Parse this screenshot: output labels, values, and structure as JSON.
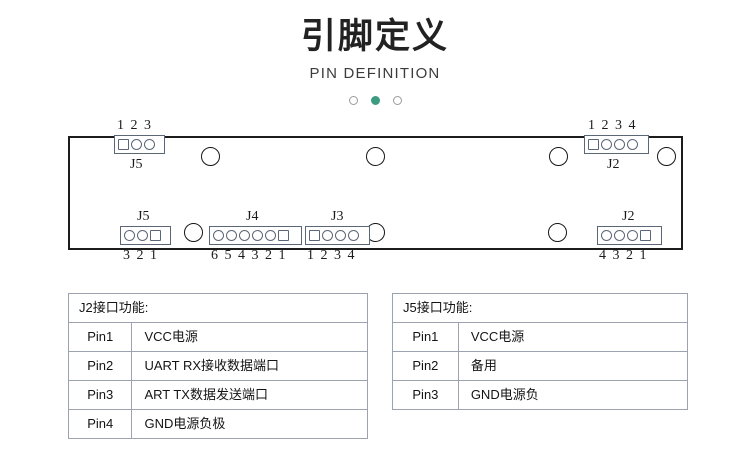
{
  "header": {
    "title_cn": "引脚定义",
    "title_en": "PIN DEFINITION",
    "dots": [
      {
        "name": "dot-1",
        "active": false
      },
      {
        "name": "dot-2",
        "active": true
      },
      {
        "name": "dot-3",
        "active": false
      }
    ],
    "accent_color": "#3d9b82"
  },
  "board": {
    "outline_color": "#1c1c1c",
    "connector_color": "#5b6677",
    "connectors": [
      {
        "id": "j5-top",
        "label": "J5",
        "pin_count": 3,
        "pin_numbers": "1 2 3",
        "numbers_position": "above",
        "label_position": "below",
        "square_pad": "left"
      },
      {
        "id": "j2-top",
        "label": "J2",
        "pin_count": 4,
        "pin_numbers": "1 2 3 4",
        "numbers_position": "above",
        "label_position": "below",
        "square_pad": "left"
      },
      {
        "id": "j5-bottom",
        "label": "J5",
        "pin_count": 3,
        "pin_numbers": "3 2 1",
        "numbers_position": "below",
        "label_position": "above",
        "square_pad": "right"
      },
      {
        "id": "j4-bottom",
        "label": "J4",
        "pin_count": 6,
        "pin_numbers": "6 5 4 3 2 1",
        "numbers_position": "below",
        "label_position": "above",
        "square_pad": "right"
      },
      {
        "id": "j3-bottom",
        "label": "J3",
        "pin_count": 4,
        "pin_numbers": "1 2 3 4",
        "numbers_position": "below",
        "label_position": "above",
        "square_pad": "left"
      },
      {
        "id": "j2-bottom",
        "label": "J2",
        "pin_count": 4,
        "pin_numbers": "4 3 2 1",
        "numbers_position": "below",
        "label_position": "above",
        "square_pad": "right"
      }
    ],
    "mounting_holes": 6
  },
  "tables": [
    {
      "id": "j2",
      "header": "J2接口功能:",
      "rows": [
        {
          "pin": "Pin1",
          "desc": "VCC电源"
        },
        {
          "pin": "Pin2",
          "desc": "UART  RX接收数据端口"
        },
        {
          "pin": "Pin3",
          "desc": "ART  TX数据发送端口"
        },
        {
          "pin": "Pin4",
          "desc": "GND电源负极"
        }
      ]
    },
    {
      "id": "j5",
      "header": "J5接口功能:",
      "rows": [
        {
          "pin": "Pin1",
          "desc": "VCC电源"
        },
        {
          "pin": "Pin2",
          "desc": "备用"
        },
        {
          "pin": "Pin3",
          "desc": "GND电源负"
        }
      ]
    }
  ]
}
